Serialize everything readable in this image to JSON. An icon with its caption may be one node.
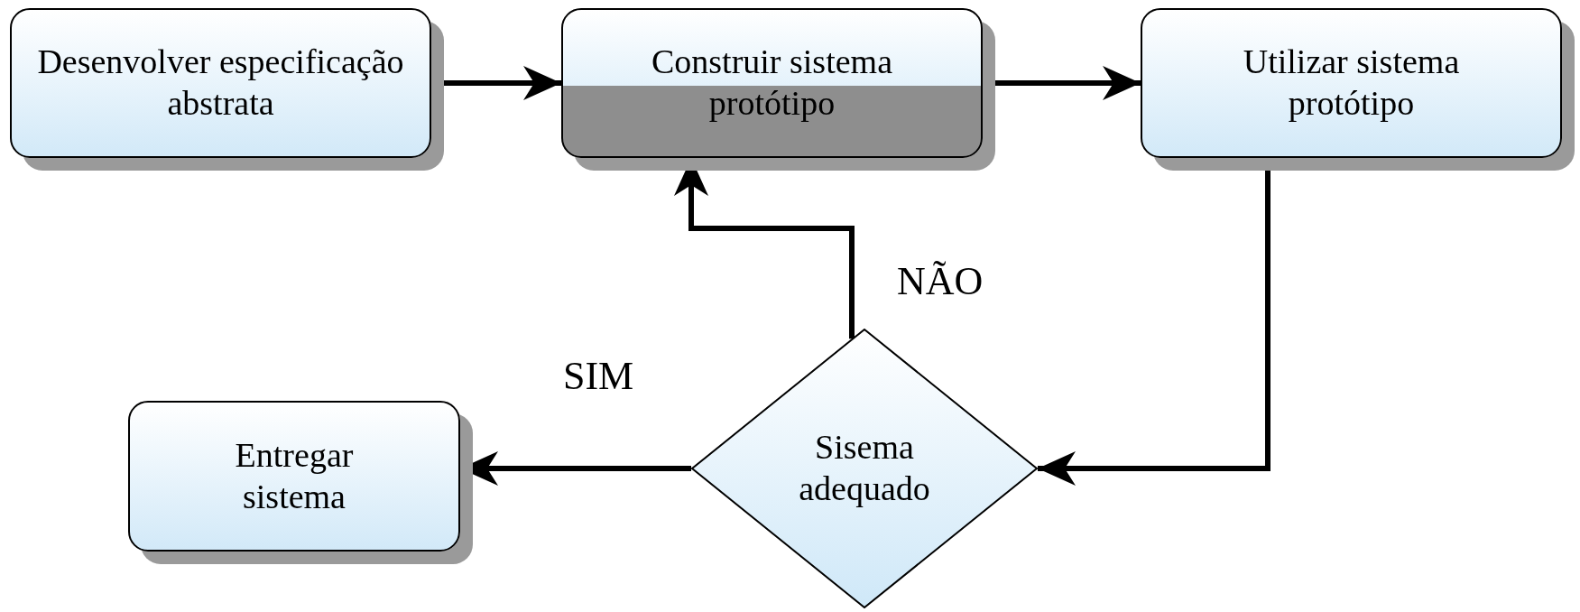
{
  "diagram": {
    "nodes": [
      {
        "text": [
          "Desenvolver especificação abstrata"
        ]
      },
      {
        "text": [
          "Construir sistema protótipo"
        ]
      },
      {
        "text": [
          "Utilizar sistema protótipo"
        ]
      },
      {
        "text": [
          "Entregar sistema"
        ]
      },
      {
        "text": [
          "Sisema adequado"
        ]
      }
    ],
    "edges": [
      {
        "from": 0,
        "to": 1,
        "arrow": "to"
      },
      {
        "from": 1,
        "to": 2,
        "arrow": "to"
      },
      {
        "from": 2,
        "to": 4,
        "arrow": "to"
      },
      {
        "from": 4,
        "to": 1,
        "arrow": "to",
        "label": "NÃO"
      },
      {
        "from": 4,
        "to": 3,
        "arrow": "to",
        "label": "SIM"
      }
    ]
  }
}
